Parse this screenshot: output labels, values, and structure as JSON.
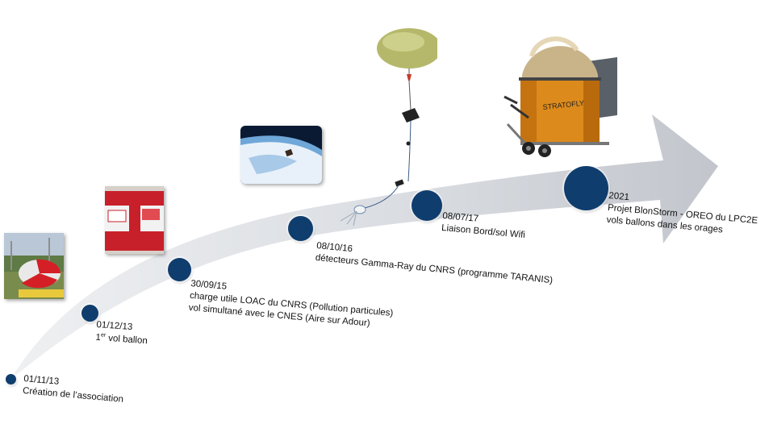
{
  "milestones": [
    {
      "date": "01/11/13",
      "lines": [
        "Création de l’association"
      ]
    },
    {
      "date": "01/12/13",
      "lines": [
        "1er vol ballon"
      ]
    },
    {
      "date": "30/09/15",
      "lines": [
        "charge utile LOAC du CNRS (Pollution particules)",
        "vol simultané avec le CNES (Aire sur Adour)"
      ]
    },
    {
      "date": "08/10/16",
      "lines": [
        "détecteurs  Gamma-Ray  du CNRS (programme TARANIS)"
      ]
    },
    {
      "date": "08/07/17",
      "lines": [
        "Liaison Bord/sol Wifi"
      ]
    },
    {
      "date": "2021",
      "lines": [
        "Projet BlonStorm  - OREO du LPC2E",
        "vols ballons dans les orages"
      ]
    }
  ],
  "first_flight": {
    "prefix": "1",
    "sup": "er",
    "suffix": " vol ballon"
  },
  "payload_brand": "STRATOFLY",
  "colors": {
    "dot": "#0f3d6e",
    "arrow_light": "#eaecef",
    "arrow_dark": "#c4c8ce",
    "crate_red": "#c8202a"
  },
  "icons": [
    "ballon-photo",
    "payload-box-photo",
    "earth-from-space-photo",
    "balloon-flight-chain",
    "trailer-dome-render"
  ]
}
